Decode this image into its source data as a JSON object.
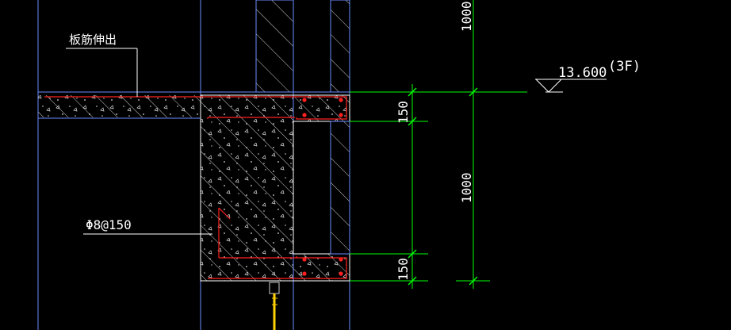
{
  "annotations": {
    "slab_rebar_note": "板筋伸出",
    "stirrup_note": "Φ8@150",
    "elevation_value": "13.600",
    "floor_tag": "(3F)",
    "dim_top_150": "150",
    "dim_bottom_150": "150",
    "dim_1000_mid": "1000",
    "dim_1000_top": "1000"
  },
  "colors": {
    "background": "#000000",
    "outline": "#ffffff",
    "grid_line": "#6a8cff",
    "dimension": "#00ff00",
    "rebar": "#ff2020",
    "hatch": "#d0d0d0",
    "text": "#ffffff",
    "elevation_text": "#ffffff",
    "pipe": "#ffd200"
  }
}
